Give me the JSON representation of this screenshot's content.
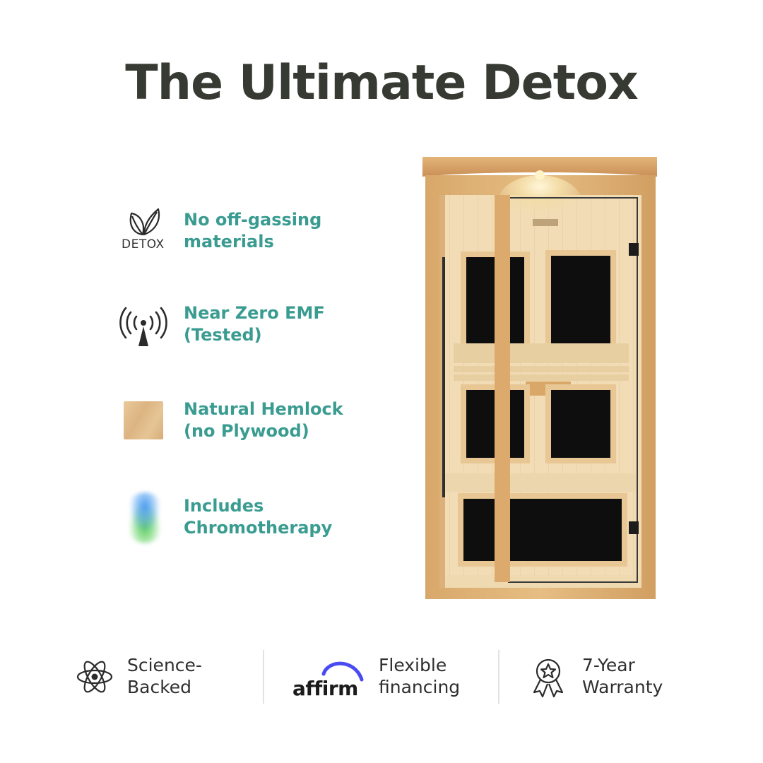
{
  "title": "The Ultimate Detox",
  "features": [
    {
      "line1": "No off-gassing",
      "line2": "materials",
      "icon": "leaf-detox-icon",
      "icon_label": "DETOX"
    },
    {
      "line1": "Near Zero EMF",
      "line2": "(Tested)",
      "icon": "signal-tower-icon"
    },
    {
      "line1": "Natural Hemlock",
      "line2": "(no Plywood)",
      "icon": "wood-swatch-icon"
    },
    {
      "line1": "Includes",
      "line2": "Chromotherapy",
      "icon": "chromotherapy-light-icon"
    }
  ],
  "benefits": [
    {
      "line1": "Science-",
      "line2": "Backed",
      "icon": "atom-icon"
    },
    {
      "line1": "Flexible",
      "line2": "financing",
      "icon": "affirm-logo",
      "logo_text": "affirm"
    },
    {
      "line1": "7-Year",
      "line2": "Warranty",
      "icon": "award-ribbon-icon"
    }
  ],
  "colors": {
    "title": "#373a32",
    "feature_text": "#3a9c91",
    "body_text": "#2f2f2f",
    "affirm_arc": "#4a4af4",
    "wood": "#dcb07a"
  }
}
